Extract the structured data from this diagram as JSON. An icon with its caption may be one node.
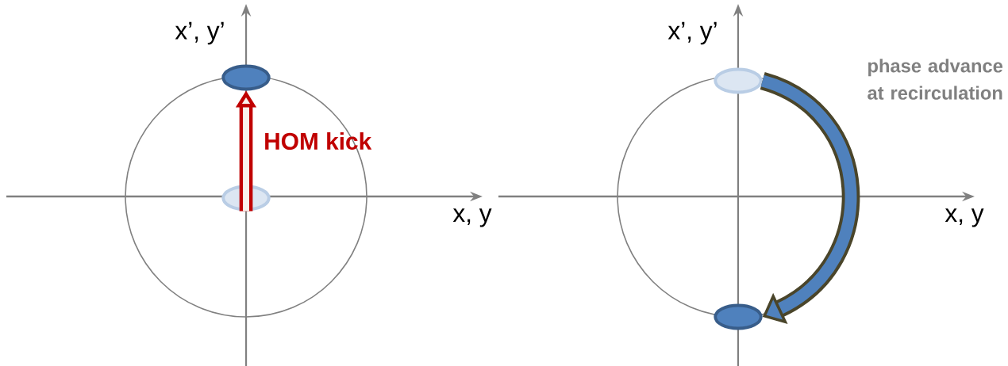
{
  "diagram": {
    "nodes": [
      {
        "text": [],
        "shape": "ellipse"
      },
      {
        "text": [],
        "shape": "ellipse"
      },
      {
        "text": [],
        "shape": "ellipse"
      },
      {
        "text": [],
        "shape": "ellipse"
      }
    ],
    "edges": [
      {
        "from": 0,
        "to": 1,
        "arrow": "to",
        "label": "HOM kick",
        "color": "#c00000"
      },
      {
        "from": 2,
        "to": 3,
        "arrow": "to",
        "label": "phase advance at recirculation",
        "color": "#4a452a"
      }
    ],
    "labels": [
      "x’, y’",
      "x, y",
      "x’, y’",
      "x, y"
    ]
  }
}
